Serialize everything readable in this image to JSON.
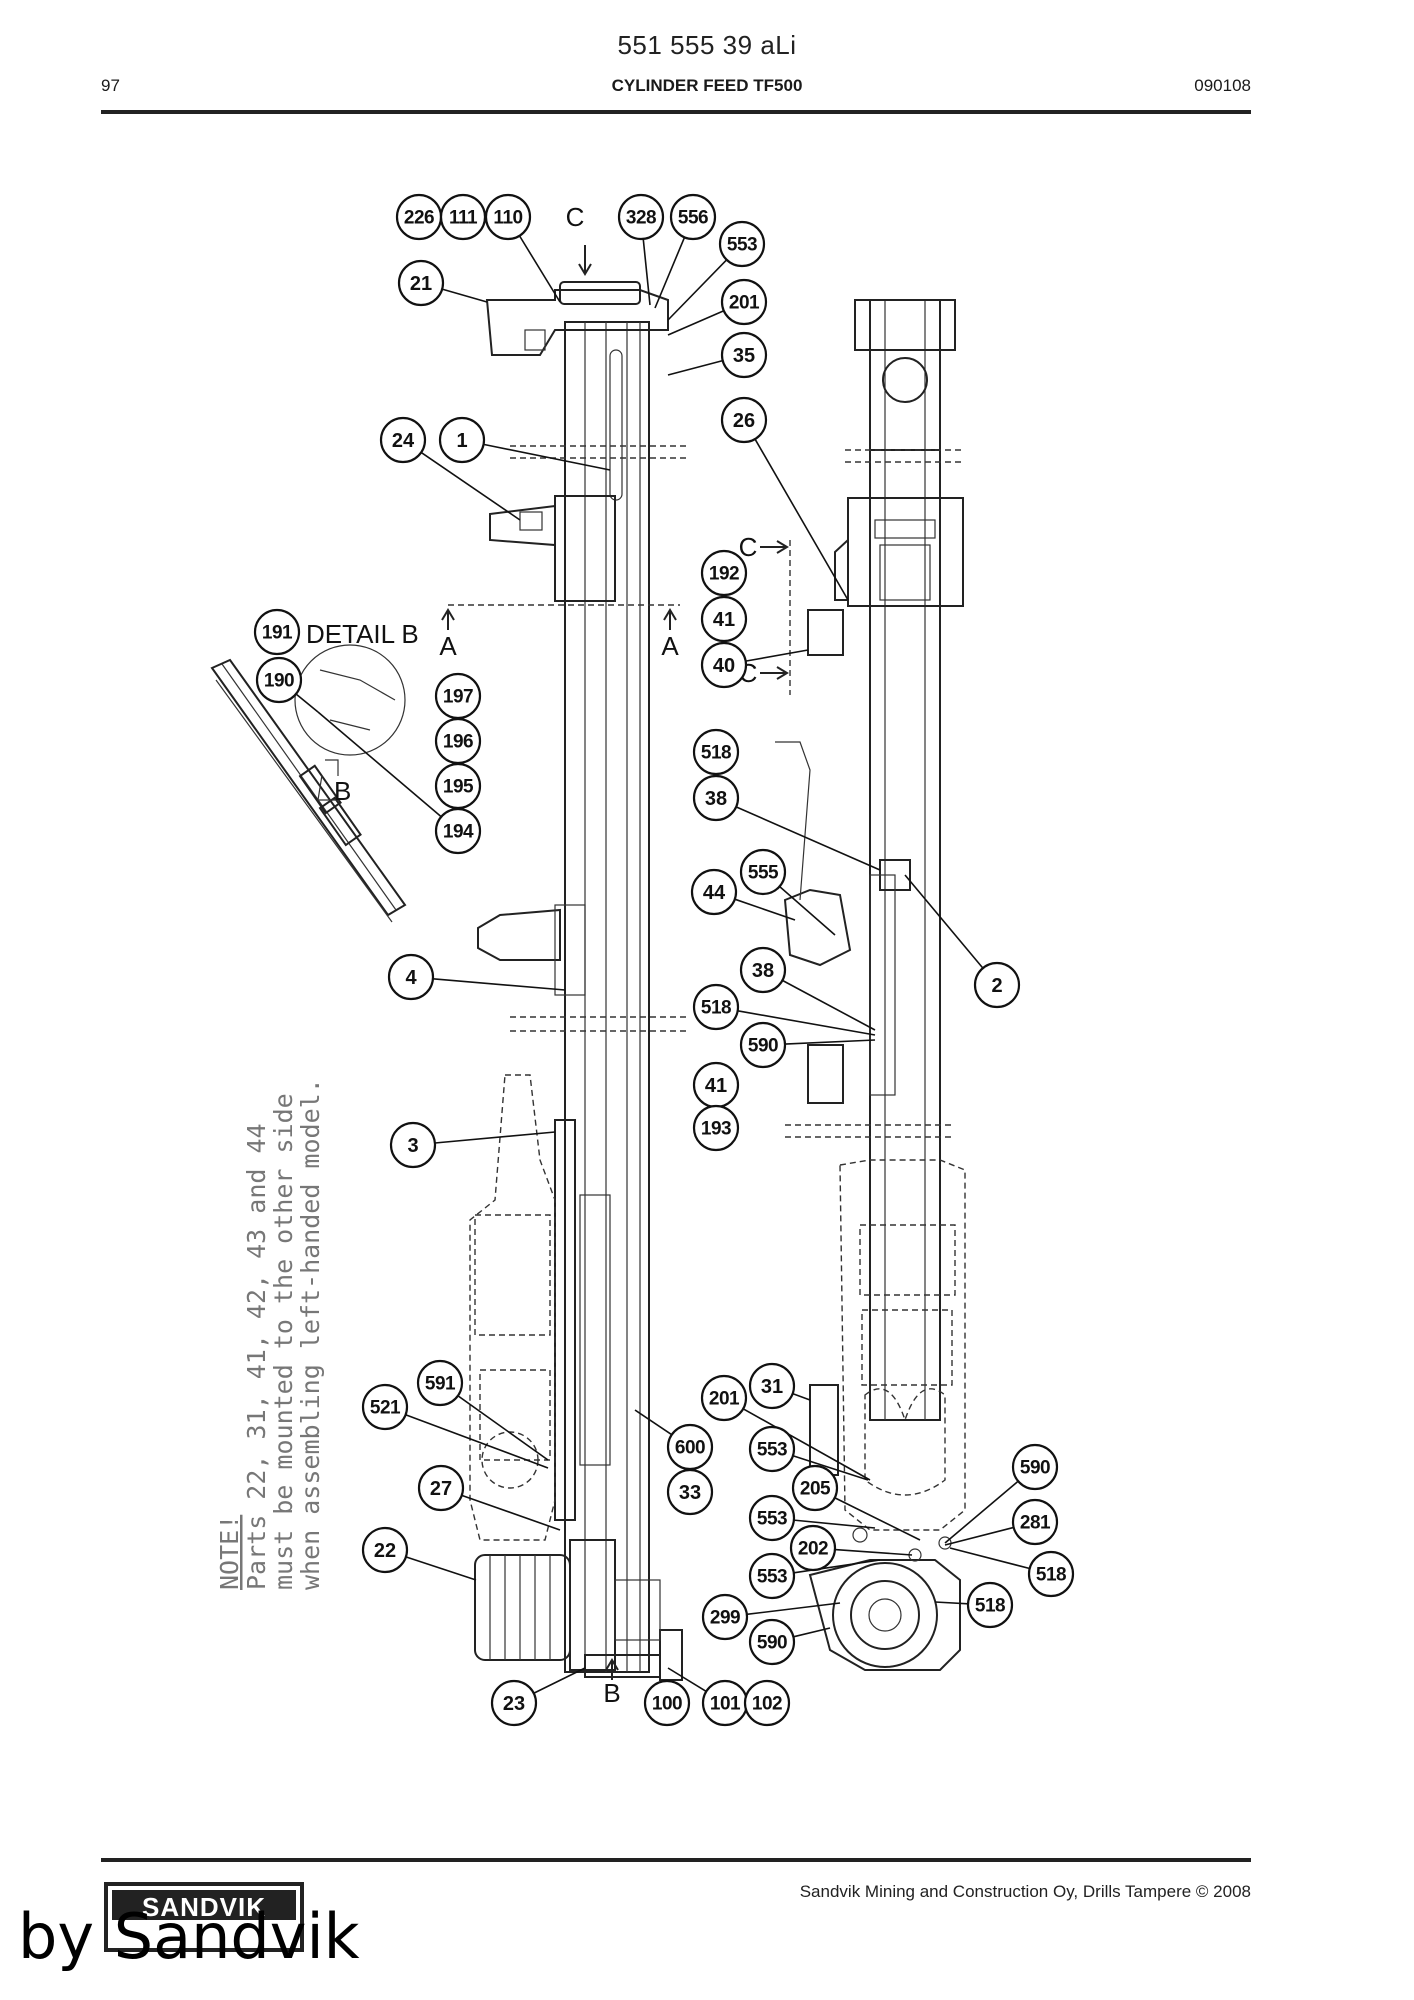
{
  "header": {
    "doc_id": "551 555 39 aLi",
    "page": "97",
    "title": "CYLINDER FEED TF500",
    "date": "090108"
  },
  "footer": {
    "copyright": "Sandvik Mining and Construction Oy, Drills Tampere © 2008",
    "logo": "SANDVIK",
    "watermark": "by Sandvik"
  },
  "drawing": {
    "labels": {
      "view_c": "C",
      "section_a": "A",
      "section_c": "C",
      "view_b": "B",
      "detail_b_title": "DETAIL B",
      "detail_b_marker": "B"
    },
    "note_lines": [
      "NOTE!",
      "Parts 22, 31, 41, 42, 43 and 44",
      "must be mounted to the other side",
      "when assembling left-handed model."
    ],
    "callouts": [
      "226",
      "111",
      "110",
      "328",
      "556",
      "553",
      "21",
      "201",
      "35",
      "24",
      "1",
      "26",
      "192",
      "41",
      "40",
      "191",
      "190",
      "197",
      "196",
      "195",
      "194",
      "518",
      "38",
      "555",
      "44",
      "2",
      "4",
      "38",
      "518",
      "590",
      "41",
      "193",
      "3",
      "31",
      "591",
      "521",
      "201",
      "600",
      "553",
      "33",
      "27",
      "205",
      "590",
      "553",
      "281",
      "22",
      "202",
      "518",
      "553",
      "518",
      "299",
      "590",
      "23",
      "100",
      "101",
      "102"
    ]
  }
}
